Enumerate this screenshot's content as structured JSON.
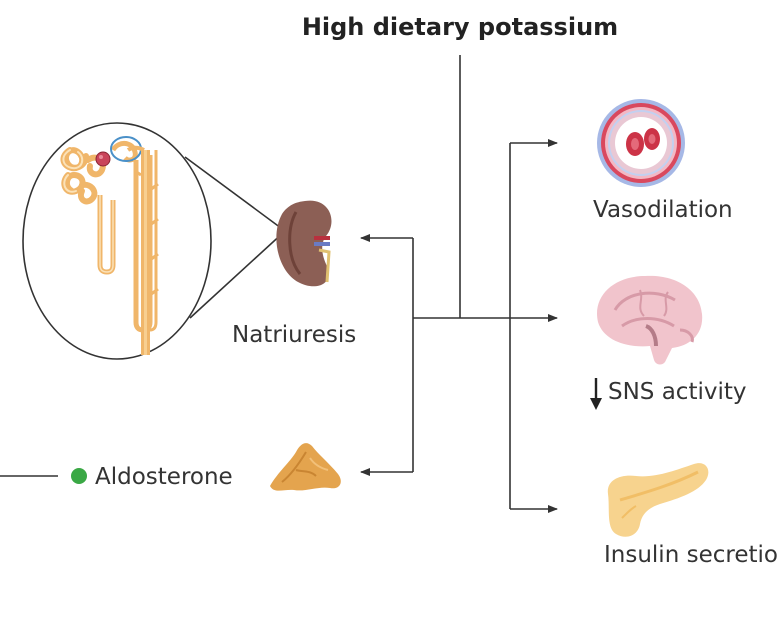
{
  "diagram": {
    "title": "High dietary potassium",
    "labels": {
      "vasodilation": "Vasodilation",
      "sns_activity": "SNS activity",
      "insulin_secretion": "Insulin secretion",
      "natriuresis": "Natriuresis",
      "aldosterone": "Aldosterone"
    },
    "colors": {
      "line": "#333333",
      "tubule": "#f0b66a",
      "kidney": "#8c5f55",
      "brain": "#f1c4cc",
      "pancreas": "#f7d38e",
      "adrenal": "#e4a44e",
      "aldosterone_dot": "#3aa845",
      "vessel": "#c9445a"
    },
    "icons": [
      "nephron-icon",
      "kidney-icon",
      "blood-vessel-icon",
      "brain-icon",
      "pancreas-icon",
      "adrenal-gland-icon",
      "down-arrow-icon"
    ]
  }
}
